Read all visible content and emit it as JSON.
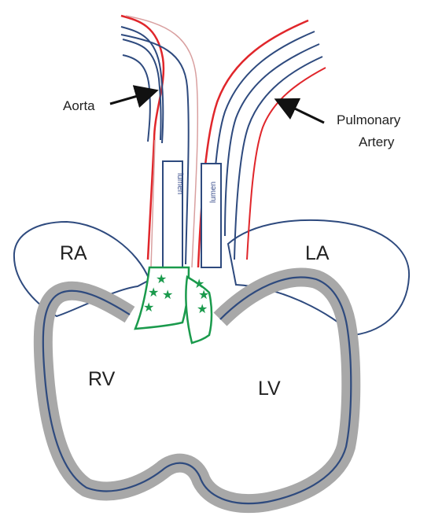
{
  "labels": {
    "ra": "RA",
    "la": "LA",
    "rv": "RV",
    "lv": "LV",
    "aorta": "Aorta",
    "pulmonary_line1": "Pulmonary",
    "pulmonary_line2": "Artery",
    "lumen_left": "lumen",
    "lumen_right": "lumen"
  },
  "colors": {
    "outline": "#2e4a7e",
    "vessel_outer": "#e0262b",
    "wall": "#a8a8a8",
    "valve_green": "#1a9a4c",
    "arrow": "#111111"
  },
  "stars": {
    "symbol": "★",
    "count_left": 4,
    "count_right": 3
  }
}
